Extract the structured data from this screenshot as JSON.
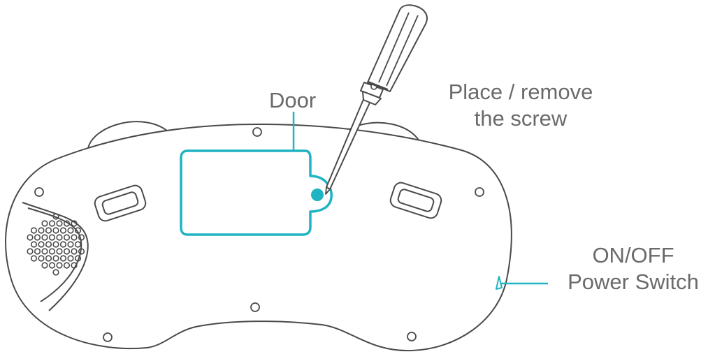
{
  "labels": {
    "door": "Door",
    "screw_line1": "Place / remove",
    "screw_line2": "the screw",
    "power_line1": "ON/OFF",
    "power_line2": "Power Switch"
  },
  "colors": {
    "outline": "#4a4a4a",
    "accent": "#1fb3c3",
    "text": "#6a6a6a"
  }
}
